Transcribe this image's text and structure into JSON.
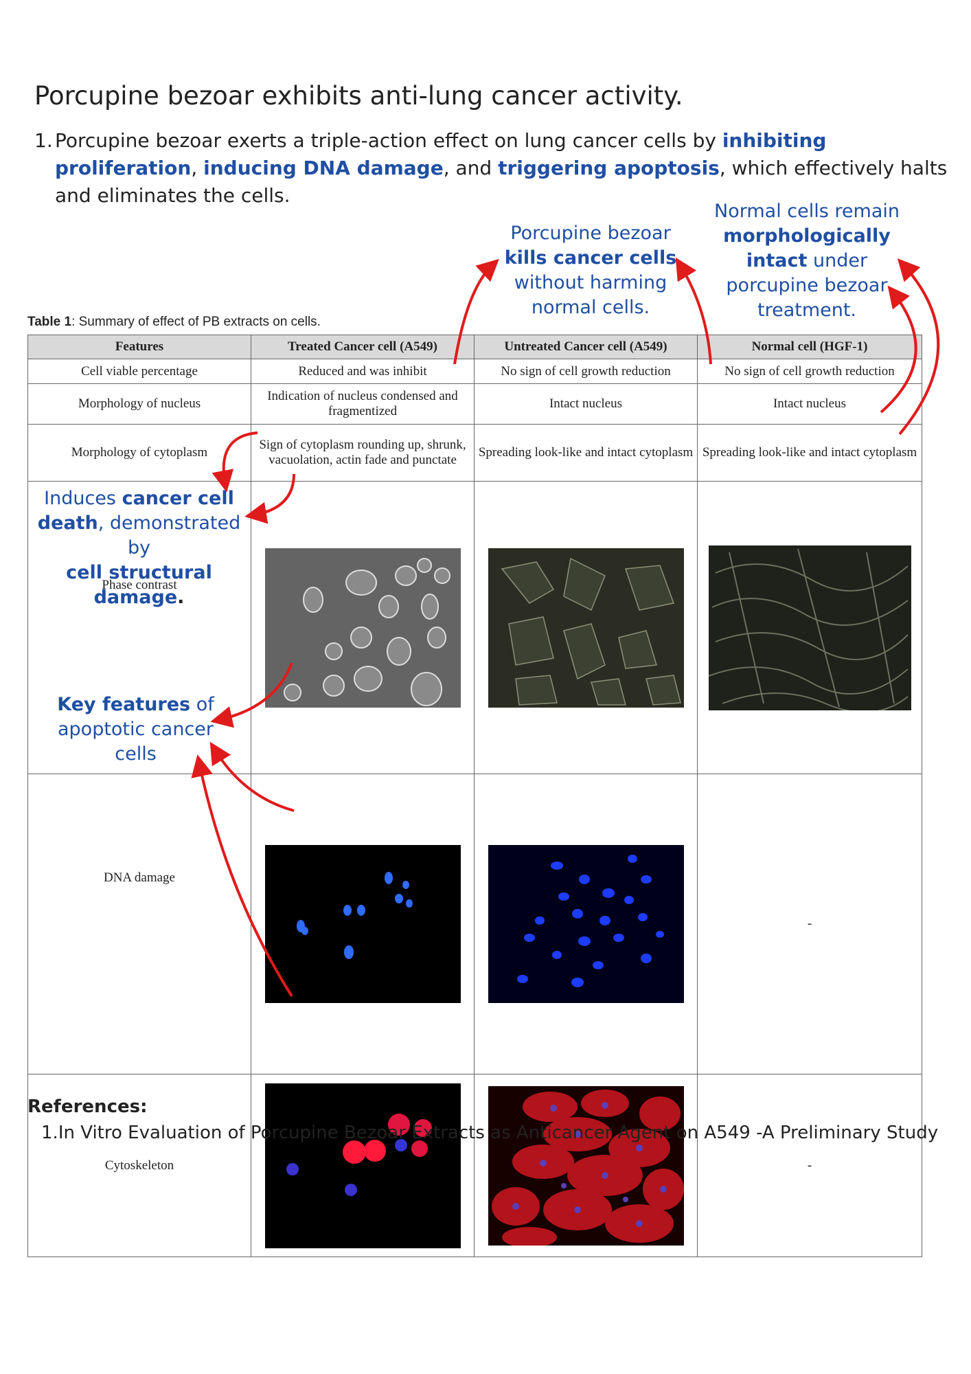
{
  "title": "Porcupine bezoar exhibits anti-lung cancer activity.",
  "intro": {
    "number": "1.",
    "t1": "Porcupine bezoar exerts a triple-action effect on lung cancer cells by ",
    "h1": "inhibiting proliferation",
    "t2": ", ",
    "h2": "inducing DNA damage",
    "t3": ", and ",
    "h3": "triggering apoptosis",
    "t4": ", which effectively halts and eliminates the cells."
  },
  "callouts": {
    "kills": {
      "l1": "Porcupine bezoar",
      "l2": "kills cancer cells",
      "l3": "without harming",
      "l4": "normal cells."
    },
    "normal": {
      "l1": "Normal cells remain",
      "l2": "morphologically",
      "l3a": "intact",
      "l3b": " under",
      "l4": "porcupine bezoar",
      "l5": "treatment."
    },
    "death": {
      "a": "Induces ",
      "b": "cancer cell",
      "c": "death",
      "d": ", demonstrated by",
      "e": "cell structural damage",
      "f": "."
    },
    "apoptotic": {
      "a": "Key features",
      "b": " of",
      "c": "apoptotic cancer",
      "d": "cells"
    }
  },
  "table": {
    "caption_bold": "Table 1",
    "caption_rest": ": Summary of effect of PB extracts on cells.",
    "headers": [
      "Features",
      "Treated Cancer cell (A549)",
      "Untreated Cancer cell (A549)",
      "Normal cell (HGF-1)"
    ],
    "rows": [
      [
        "Cell viable percentage",
        "Reduced and was inhibit",
        "No sign of cell growth reduction",
        "No sign of cell growth reduction"
      ],
      [
        "Morphology of nucleus",
        "Indication of nucleus condensed and fragmentized",
        "Intact nucleus",
        "Intact nucleus"
      ],
      [
        "Morphology of cytoplasm",
        "Sign of cytoplasm rounding up, shrunk, vacuolation, actin fade and punctate",
        "Spreading look-like and intact cytoplasm",
        "Spreading look-like and intact cytoplasm"
      ]
    ],
    "image_rows": [
      {
        "label": "Phase contrast",
        "normal": ""
      },
      {
        "label": "DNA damage",
        "normal": "-"
      },
      {
        "label": "Cytoskeleton",
        "normal": "-"
      }
    ]
  },
  "references": {
    "heading": "References:",
    "items": [
      "In Vitro Evaluation of Porcupine Bezoar Extracts as Anticancer Agent on A549 -A Preliminary Study"
    ],
    "item_number": "1."
  },
  "colors": {
    "accent_blue": "#1f4fa3",
    "arrow_red": "#e01b1b",
    "header_gray": "#d9d9d9"
  }
}
